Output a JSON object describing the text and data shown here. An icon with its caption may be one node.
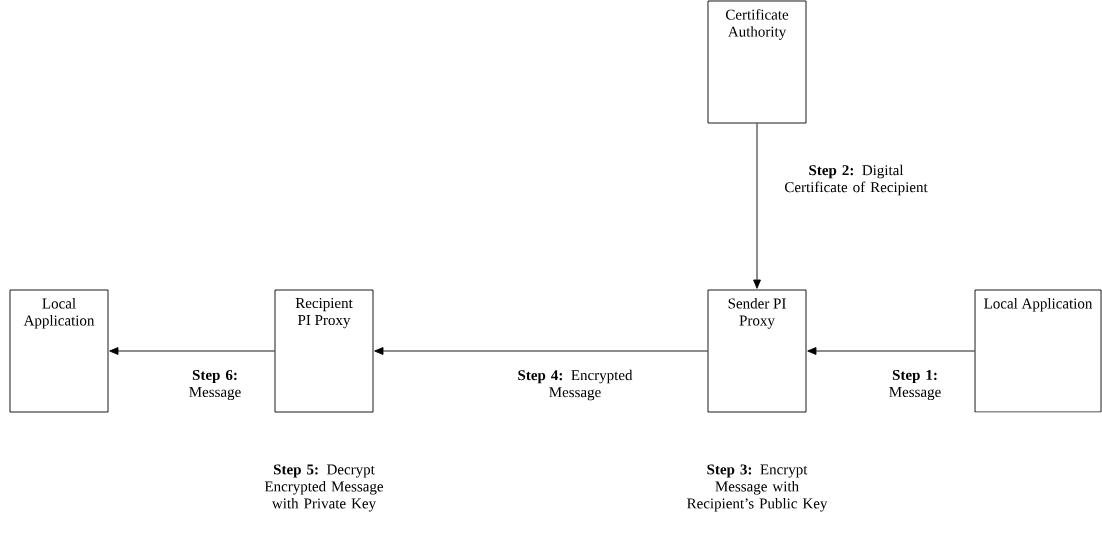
{
  "diagram": {
    "nodes": [
      {
        "text": [
          "Certificate Authority"
        ]
      },
      {
        "text": [
          "Local Application"
        ]
      },
      {
        "text": [
          "Recipient PI Proxy"
        ],
        "beside": [
          "**Step 5:** Decrypt Encrypted Message with Private Key"
        ]
      },
      {
        "text": [
          "Sender PI Proxy"
        ],
        "beside": [
          "**Step 3:** Encrypt Message with Recipient’s Public Key"
        ]
      },
      {
        "text": [
          "Local Application"
        ]
      }
    ],
    "edges": [
      {
        "from": 0,
        "to": 3,
        "arrow": "to",
        "label": "**Step 2:** Digital Certificate of Recipient"
      },
      {
        "from": 4,
        "to": 3,
        "arrow": "to",
        "label": "**Step 1:** Message"
      },
      {
        "from": 3,
        "to": 2,
        "arrow": "to",
        "label": "**Step 4:** Encrypted Message"
      },
      {
        "from": 2,
        "to": 1,
        "arrow": "to",
        "label": "**Step 6:** Message"
      }
    ]
  }
}
